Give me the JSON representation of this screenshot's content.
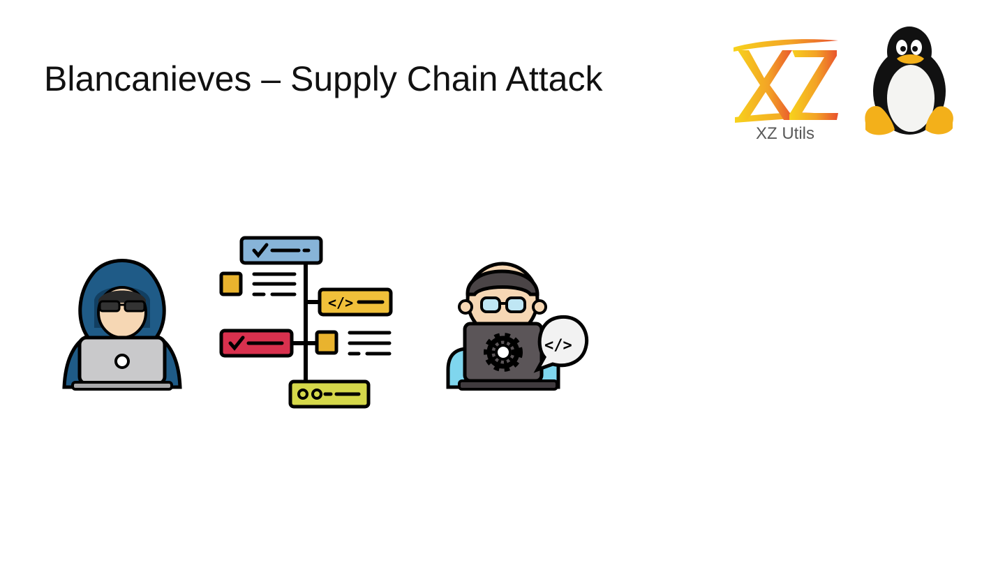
{
  "slide": {
    "title": "Blancanieves – Supply Chain Attack",
    "xz_logo_text": "XZ",
    "xz_caption": "XZ Utils"
  },
  "icons": {
    "hacker": "hooded-hacker-icon",
    "supply_chain": "dependency-tree-icon",
    "developer": "developer-icon",
    "tux": "tux-penguin-icon"
  },
  "colors": {
    "hood": "#1f5b87",
    "laptop": "#c9c9cb",
    "xz_gradient_start": "#f6c418",
    "xz_gradient_end": "#e8572f",
    "tux_body": "#111111",
    "tux_feet": "#f3b01a"
  }
}
